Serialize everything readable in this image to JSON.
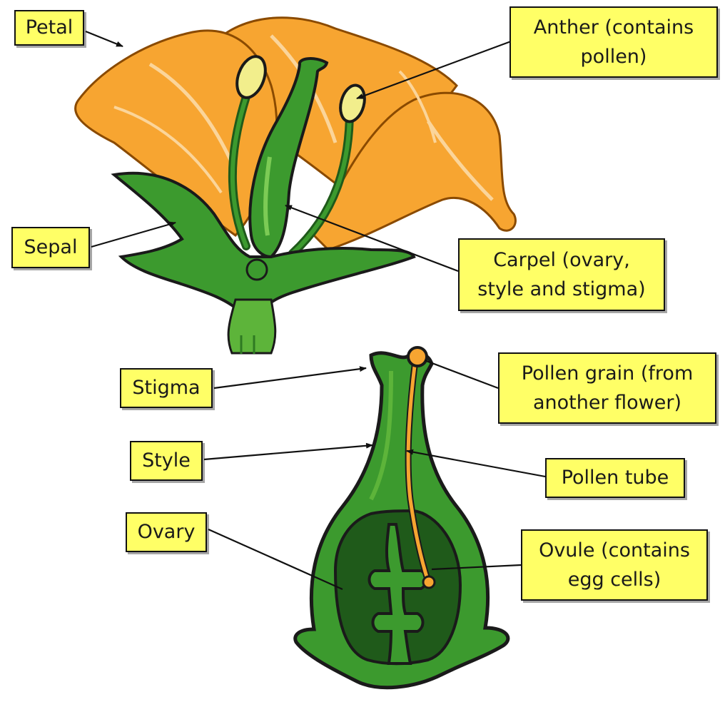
{
  "labels": {
    "petal": "Petal",
    "anther": "Anther (contains\npollen)",
    "sepal": "Sepal",
    "carpel": "Carpel (ovary,\nstyle and stigma)",
    "stigma": "Stigma",
    "pollen_grain": "Pollen grain (from\nanother flower)",
    "style": "Style",
    "pollen_tube": "Pollen tube",
    "ovary": "Ovary",
    "ovule": "Ovule (contains\negg cells)"
  },
  "colors": {
    "label_fill": "#ffff66",
    "petal_orange": "#f7a531",
    "green": "#3c9a2e",
    "dark_green": "#1f5a1a",
    "anther_yellow": "#f2ee8c"
  }
}
